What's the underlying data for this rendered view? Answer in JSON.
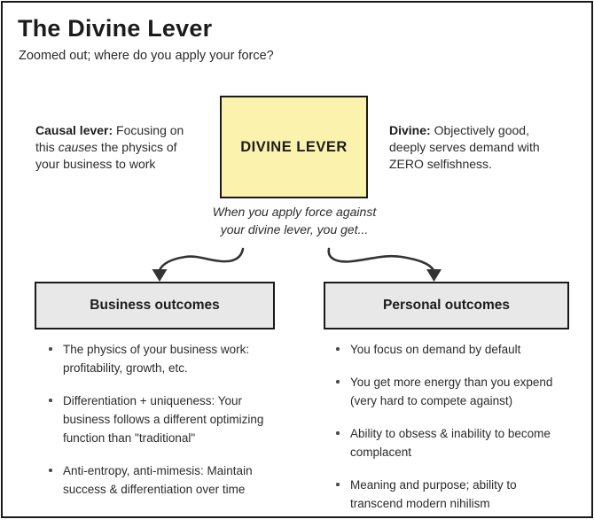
{
  "header": {
    "title": "The Divine Lever",
    "subtitle": "Zoomed out; where do you apply your force?"
  },
  "lever": {
    "box_label": "DIVINE LEVER",
    "left_note": {
      "lead": "Causal lever:",
      "mid": " Focusing on this ",
      "italic": "causes",
      "rest": " the physics of your business to work"
    },
    "right_note": {
      "lead": "Divine:",
      "rest": " Objectively good, deeply serves demand with ZERO selfishness."
    },
    "caption": "When you apply force against your divine lever, you get..."
  },
  "columns": [
    {
      "header": "Business outcomes",
      "bullets": [
        "The physics of your business work: profitability, growth, etc.",
        "Differentiation + uniqueness: Your business follows a different optimizing function than \"traditional\"",
        "Anti-entropy, anti-mimesis: Maintain success & differentiation over time"
      ]
    },
    {
      "header": "Personal outcomes",
      "bullets": [
        "You focus on demand by default",
        "You get more energy than you expend (very hard to compete against)",
        "Ability to obsess & inability to become complacent",
        "Meaning and purpose; ability to transcend modern nihilism"
      ]
    }
  ],
  "colors": {
    "lever_fill": "#FBF2AE",
    "outcome_fill": "#E8E8E8",
    "border": "#1A1A1A",
    "arrow": "#333333"
  }
}
